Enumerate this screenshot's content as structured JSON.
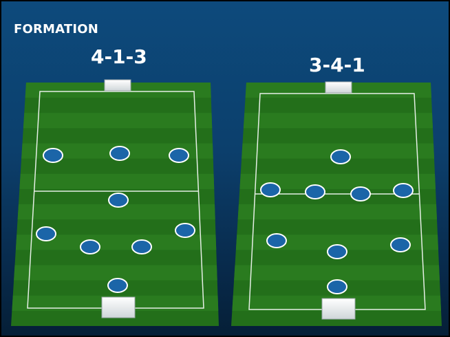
{
  "page": {
    "title": "FORMATION"
  },
  "formations": [
    {
      "label": "4-1-3"
    },
    {
      "label": "3-4-1"
    }
  ],
  "colors": {
    "pitch_light": "#2a7b1f",
    "pitch_dark": "#1f6516",
    "line": "#e6efe6",
    "player_fill": "#1b65a8",
    "player_stroke": "#ffffff"
  },
  "icons": {
    "player": "player-marker-icon",
    "goal": "goal-icon"
  }
}
